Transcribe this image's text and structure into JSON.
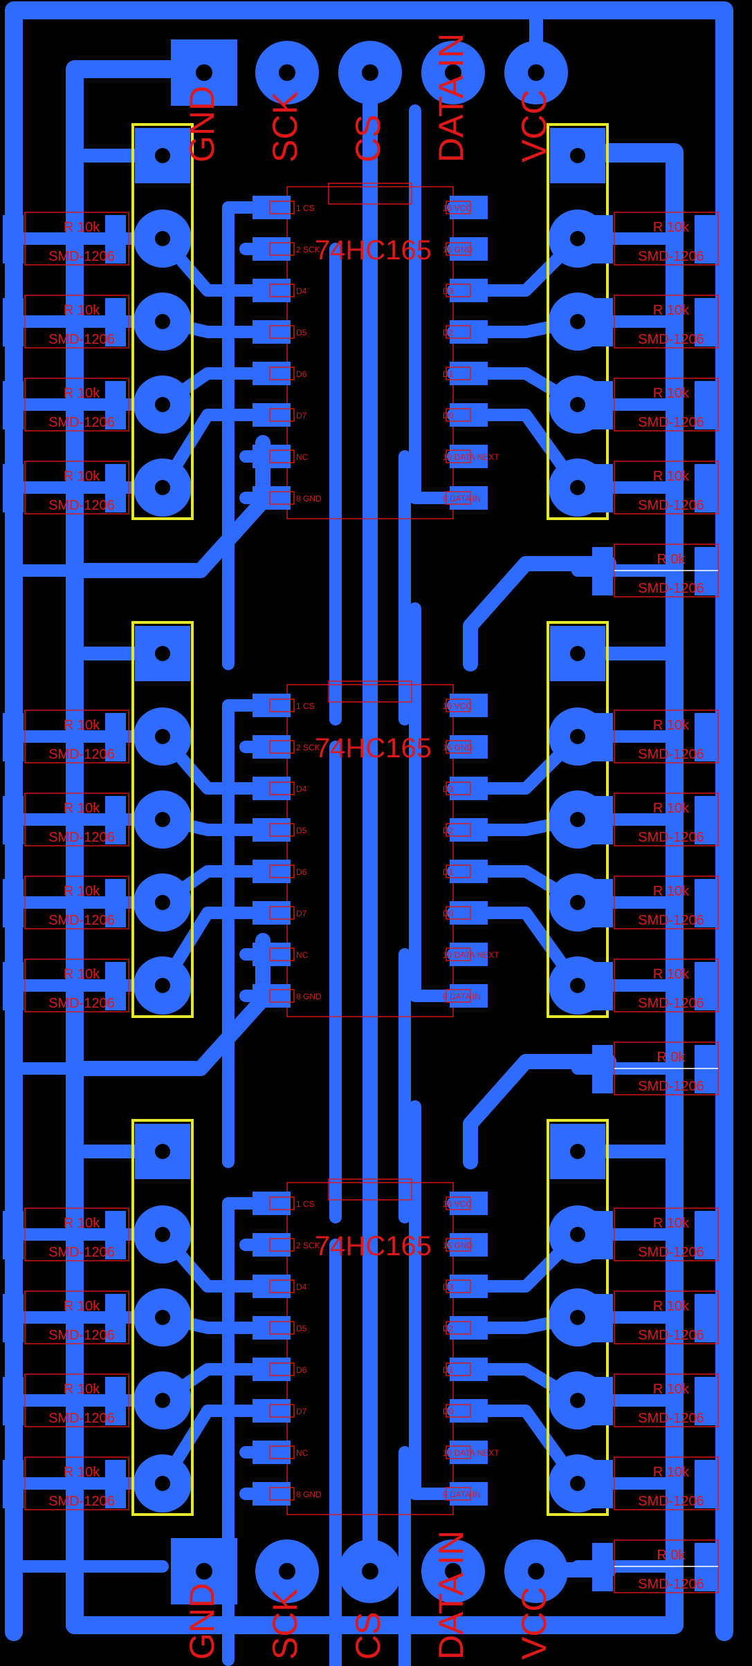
{
  "colors": {
    "background": "#000000",
    "copper": "#2f6bff",
    "silkscreen": "#e01818",
    "header_outline": "#e6e62a"
  },
  "top_connector": {
    "labels": [
      "GND",
      "SCK",
      "CS",
      "DATA IN",
      "VCC"
    ]
  },
  "bottom_connector": {
    "labels": [
      "GND",
      "SCK",
      "CS",
      "DATA IN",
      "VCC"
    ]
  },
  "chips": [
    {
      "title": "74HC165",
      "left_pins": [
        "1 CS",
        "2 SCK",
        "D4",
        "D5",
        "D6",
        "D7",
        "NC",
        "8 GND"
      ],
      "right_pins": [
        "16 VCC",
        "15 GND",
        "D3",
        "D2",
        "D1",
        "D0",
        "10 DATA NEXT",
        "9 DATA IN"
      ]
    },
    {
      "title": "74HC165",
      "left_pins": [
        "1 CS",
        "2 SCK",
        "D4",
        "D5",
        "D6",
        "D7",
        "NC",
        "8 GND"
      ],
      "right_pins": [
        "16 VCC",
        "15 GND",
        "D3",
        "D2",
        "D1",
        "D0",
        "10 DATA NEXT",
        "9 DATA IN"
      ]
    },
    {
      "title": "74HC165",
      "left_pins": [
        "1 CS",
        "2 SCK",
        "D4",
        "D5",
        "D6",
        "D7",
        "NC",
        "8 GND"
      ],
      "right_pins": [
        "16 VCC",
        "15 GND",
        "D3",
        "D2",
        "D1",
        "D0",
        "10 DATA NEXT",
        "9 DATA IN"
      ]
    }
  ],
  "resistor_value": "R 10k",
  "resistor_value_short": "R 0k",
  "resistor_package": "SMD-1206"
}
